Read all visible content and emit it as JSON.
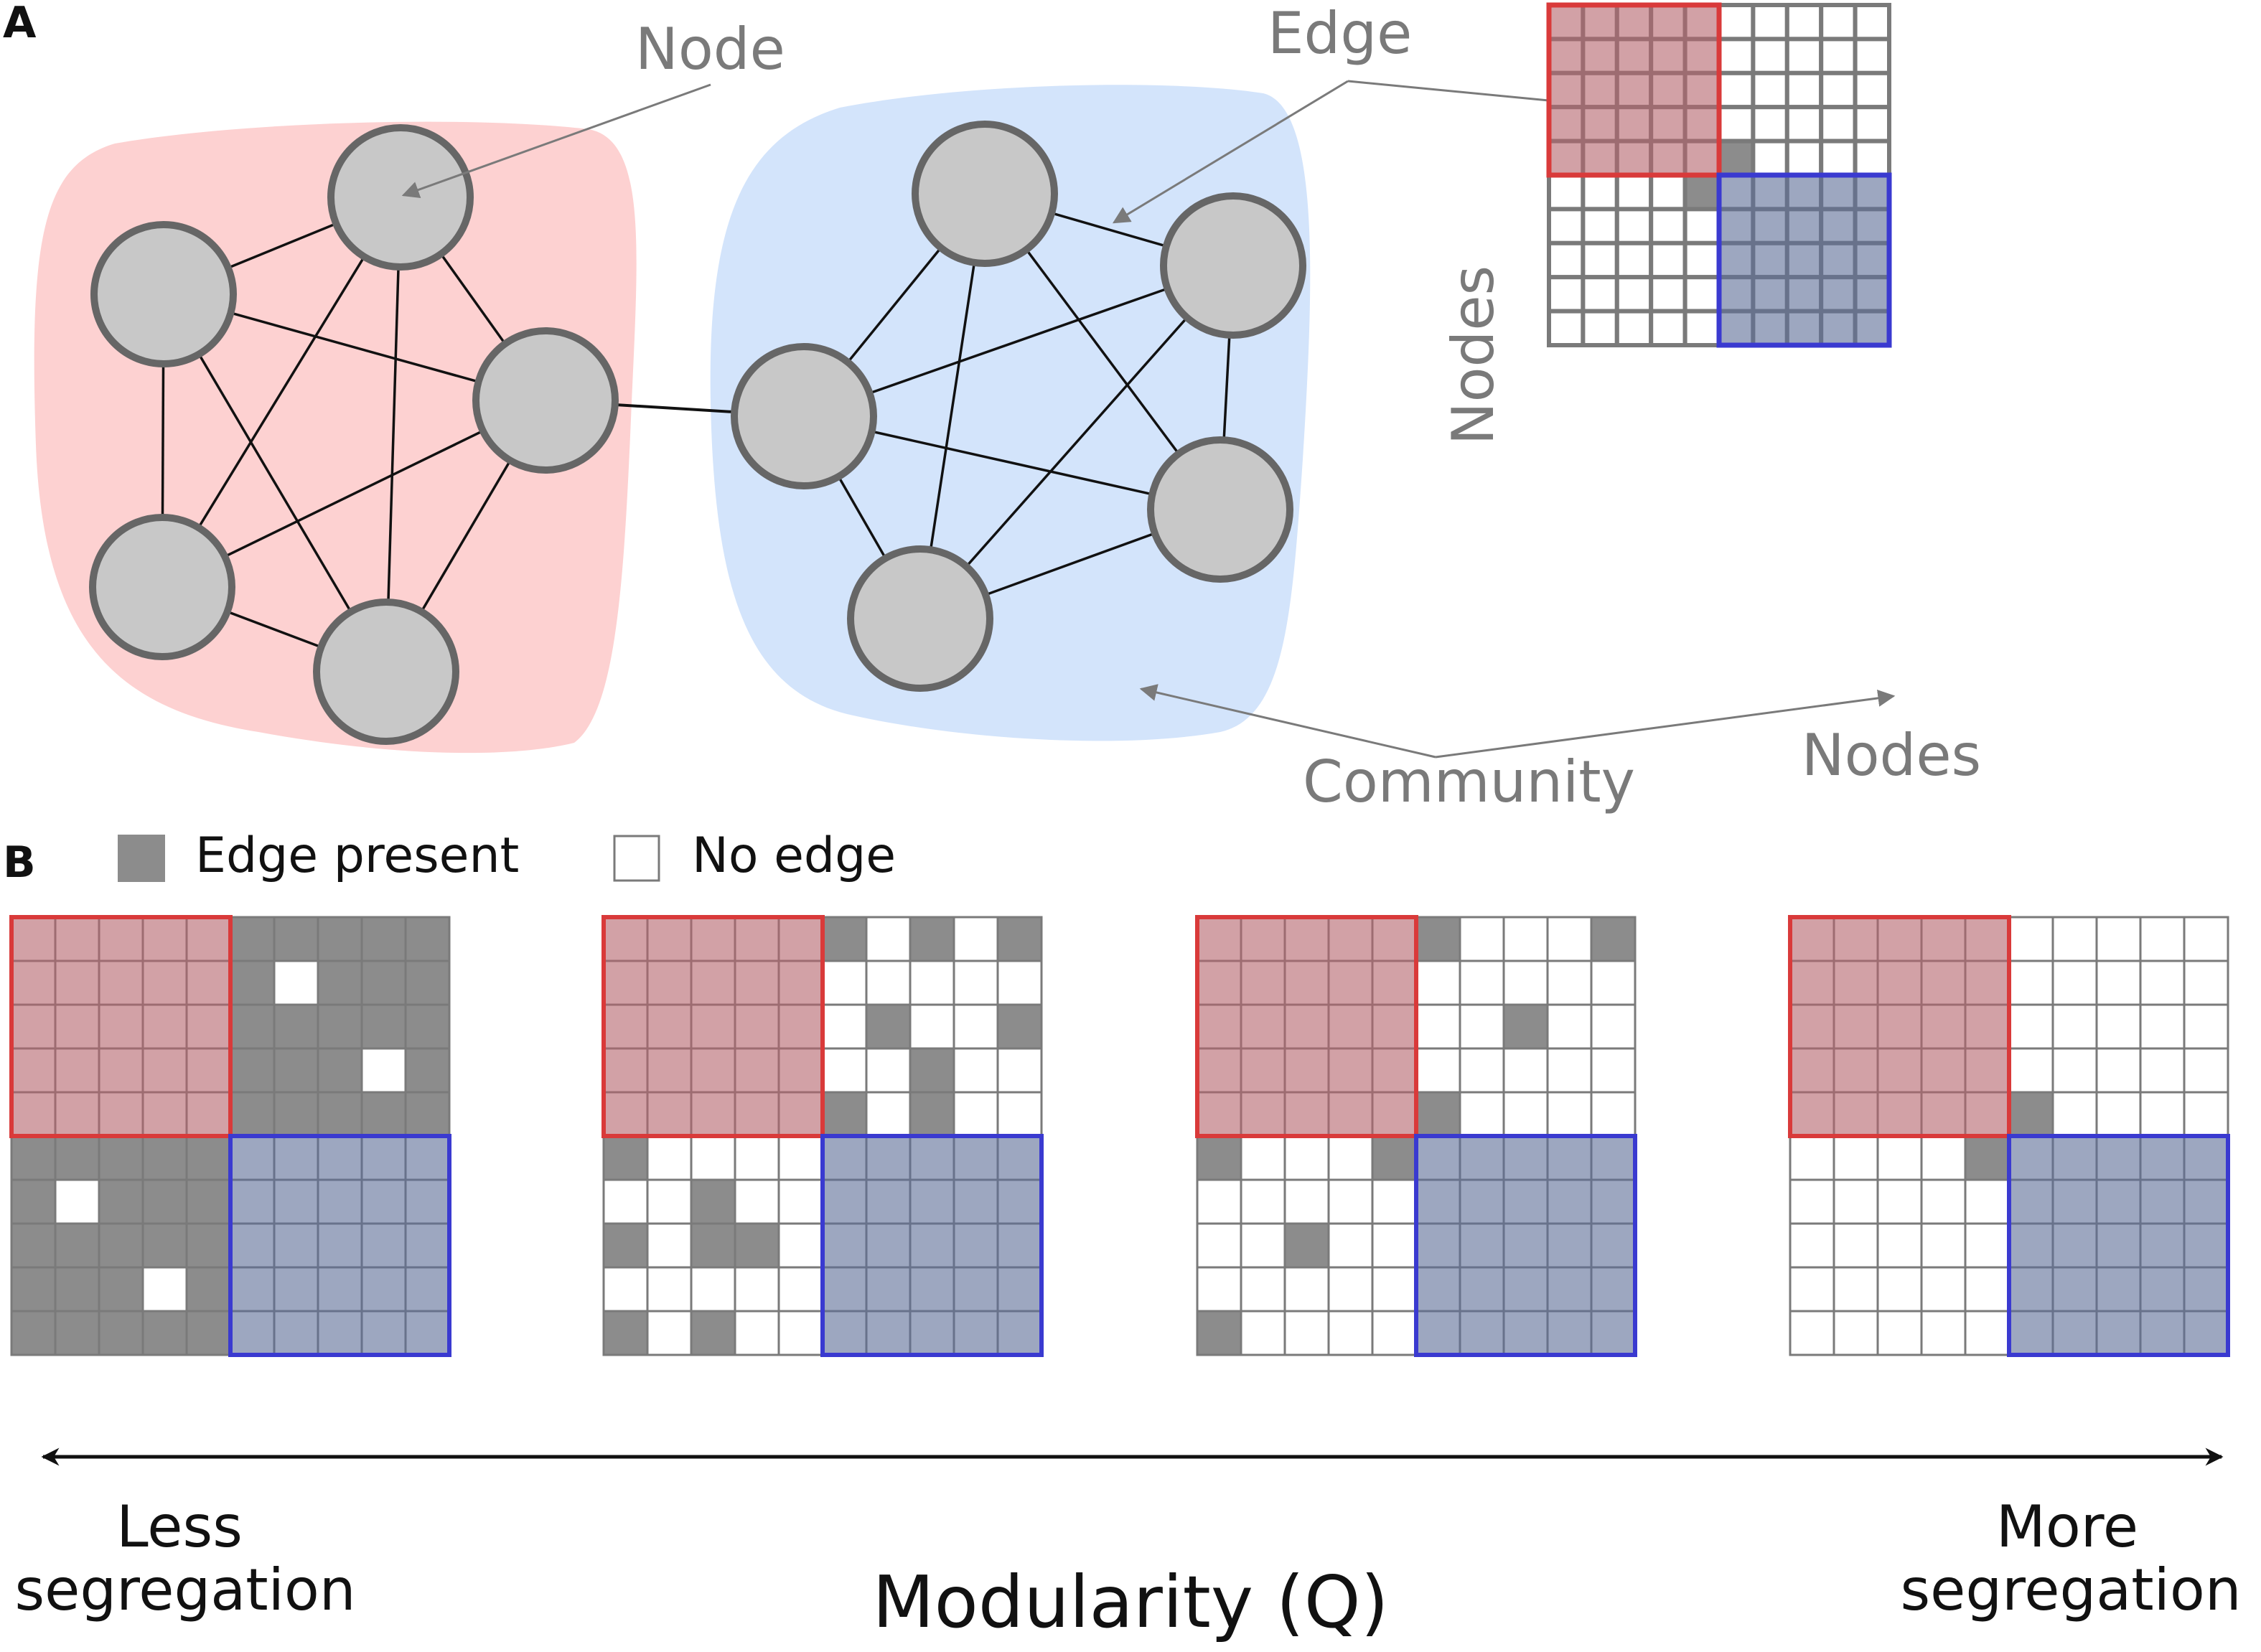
{
  "panel_a": {
    "label": "A",
    "node_label": "Node",
    "edge_label": "Edge",
    "community_label": "Community",
    "matrix_y_label": "Nodes",
    "matrix_x_label": "Nodes",
    "network": {
      "communities": [
        {
          "color": "#fdd1d1"
        },
        {
          "color": "#d3e4fb"
        }
      ],
      "node_fill": "#c8c8c8",
      "node_stroke": "#666666",
      "edges_within_red": [
        [
          0,
          1
        ],
        [
          0,
          2
        ],
        [
          0,
          3
        ],
        [
          0,
          4
        ],
        [
          1,
          2
        ],
        [
          1,
          3
        ],
        [
          1,
          4
        ],
        [
          2,
          3
        ],
        [
          2,
          4
        ],
        [
          3,
          4
        ]
      ],
      "edges_within_blue": [
        [
          0,
          1
        ],
        [
          0,
          2
        ],
        [
          0,
          3
        ],
        [
          0,
          4
        ],
        [
          1,
          2
        ],
        [
          1,
          3
        ],
        [
          1,
          4
        ],
        [
          2,
          3
        ],
        [
          2,
          4
        ],
        [
          3,
          4
        ]
      ],
      "bridge_edge": true
    },
    "matrix": {
      "size": 10,
      "block_size": 5,
      "off_diagonal_edges": [
        [
          4,
          5
        ],
        [
          5,
          4
        ]
      ]
    }
  },
  "panel_b": {
    "label": "B",
    "legend": {
      "present_label": "Edge present",
      "absent_label": "No edge",
      "present_color": "#8c8c8c",
      "absent_color": "#ffffff"
    },
    "matrices": [
      {
        "block_edge_density": "high",
        "off_diagonal_absent": [
          [
            1,
            6
          ],
          [
            3,
            8
          ],
          [
            6,
            1
          ],
          [
            8,
            3
          ]
        ]
      },
      {
        "block_edge_density": "medium",
        "off_diagonal_present": [
          [
            0,
            5
          ],
          [
            0,
            7
          ],
          [
            0,
            9
          ],
          [
            2,
            6
          ],
          [
            2,
            9
          ],
          [
            3,
            7
          ],
          [
            4,
            5
          ],
          [
            4,
            7
          ],
          [
            5,
            0
          ],
          [
            6,
            2
          ],
          [
            7,
            0
          ],
          [
            7,
            2
          ],
          [
            7,
            3
          ],
          [
            9,
            0
          ],
          [
            9,
            2
          ]
        ]
      },
      {
        "block_edge_density": "low",
        "off_diagonal_present": [
          [
            0,
            5
          ],
          [
            0,
            9
          ],
          [
            2,
            7
          ],
          [
            4,
            5
          ],
          [
            5,
            0
          ],
          [
            5,
            4
          ],
          [
            7,
            2
          ],
          [
            9,
            0
          ]
        ]
      },
      {
        "block_edge_density": "minimal",
        "off_diagonal_present": [
          [
            4,
            5
          ],
          [
            5,
            4
          ]
        ]
      }
    ],
    "axis": {
      "left_label_line1": "Less",
      "left_label_line2": "segregation",
      "right_label_line1": "More",
      "right_label_line2": "segregation",
      "title": "Modularity (Q)"
    }
  },
  "colors": {
    "red_block_fill": "#b4636a",
    "red_block_stroke": "#d93a3a",
    "blue_block_fill": "#5c6d96",
    "blue_block_stroke": "#3a3ad0",
    "grid_stroke": "#7a7a7a",
    "cell_present": "#8c8c8c",
    "text_gray": "#7a7a7a",
    "text_black": "#111111"
  }
}
